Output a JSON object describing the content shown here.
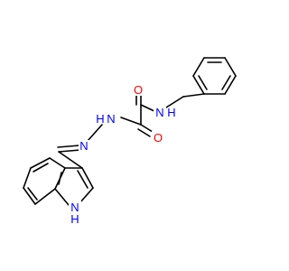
{
  "atoms": {
    "o_top": "O",
    "nh_benzyl": "N",
    "h_benzyl": "H",
    "n_hydrazide": "N",
    "h_hydrazide": "H",
    "o_bottom": "O",
    "n_imine": "N",
    "n_indole": "N",
    "h_indole": "H"
  },
  "colors": {
    "bond": "#000000",
    "oxygen": "#ff0000",
    "nitrogen": "#0000ff",
    "background": "#ffffff"
  }
}
